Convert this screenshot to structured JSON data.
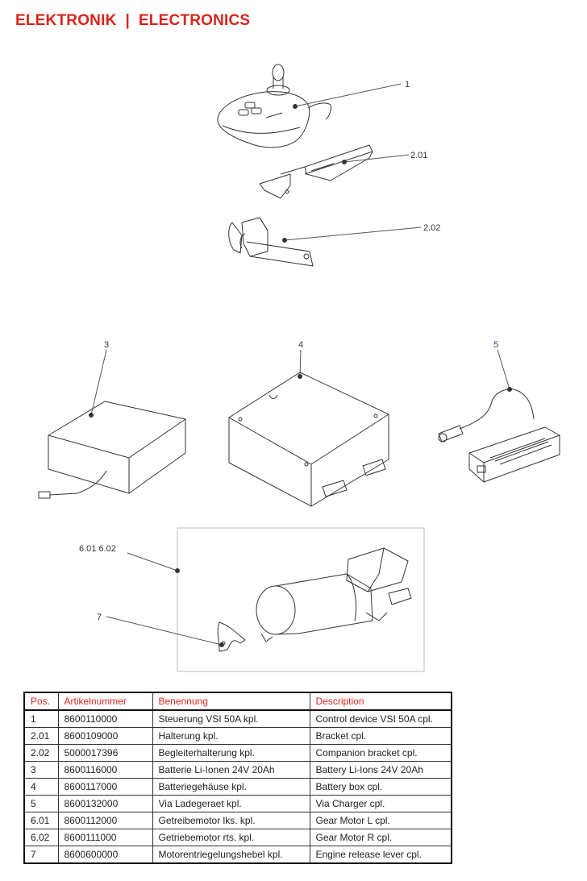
{
  "header": {
    "title": "ELEKTRONIK  |  ELECTRONICS"
  },
  "callouts": {
    "c1": "1",
    "c201": "2.01",
    "c202": "2.02",
    "c3": "3",
    "c4": "4",
    "c5": "5",
    "c601": "6.01 6.02",
    "c7": "7"
  },
  "colors": {
    "accent": "#d9251c",
    "callout_blue": "#2c4a8a"
  },
  "table": {
    "headers": [
      "Pos.",
      "Artikelnummer",
      "Benennung",
      "Description"
    ],
    "rows": [
      [
        "1",
        "8600110000",
        "Steuerung VSI 50A kpl.",
        "Control device VSI 50A cpl."
      ],
      [
        "2.01",
        "8600109000",
        "Halterung kpl.",
        "Bracket cpl."
      ],
      [
        "2.02",
        "5000017396",
        "Begleiterhalterung kpl.",
        "Companion bracket cpl."
      ],
      [
        "3",
        "8600116000",
        "Batterie Li-Ionen 24V 20Ah",
        "Battery Li-Ions 24V 20Ah"
      ],
      [
        "4",
        "8600117000",
        "Batteriegehäuse kpl.",
        "Battery box cpl."
      ],
      [
        "5",
        "8600132000",
        "Via Ladegeraet kpl.",
        "Via Charger cpl."
      ],
      [
        "6.01",
        "8600112000",
        "Getreibemotor lks. kpl.",
        "Gear Motor L cpl."
      ],
      [
        "6.02",
        "8600111000",
        "Getriebemotor rts. kpl.",
        "Gear Motor R cpl."
      ],
      [
        "7",
        "8600600000",
        "Motorentriegelungshebel kpl.",
        "Engine release lever cpl."
      ]
    ]
  }
}
